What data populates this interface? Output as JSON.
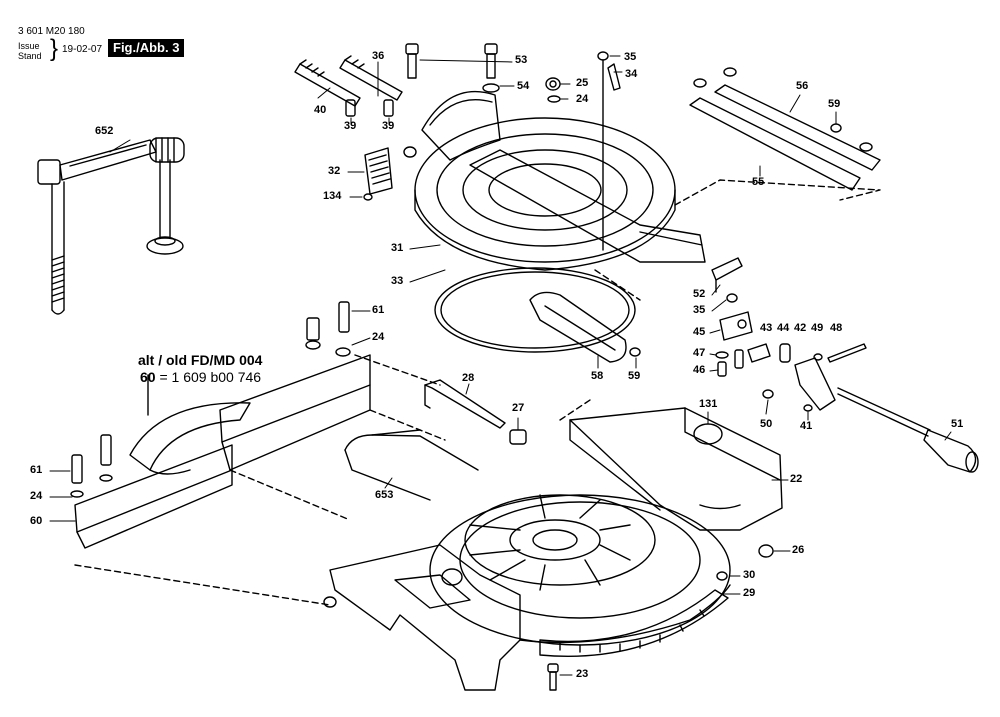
{
  "header": {
    "doc_number": "3 601 M20 180",
    "issue_label": "Issue",
    "stand_label": "Stand",
    "issue_date": "19-02-07",
    "figure": "Fig./Abb. 3"
  },
  "note": {
    "line1": "alt / old  FD/MD 004",
    "line2_key": "60",
    "line2_value": " = 1 609 b00 746"
  },
  "labels": [
    "652",
    "36",
    "53",
    "35",
    "34",
    "25",
    "24",
    "54",
    "40",
    "39",
    "39",
    "56",
    "59",
    "32",
    "134",
    "55",
    "31",
    "33",
    "52",
    "35",
    "61",
    "24",
    "45",
    "43",
    "44",
    "42",
    "49",
    "48",
    "47",
    "46",
    "58",
    "59",
    "50",
    "41",
    "28",
    "27",
    "131",
    "51",
    "61",
    "24",
    "60",
    "22",
    "653",
    "26",
    "30",
    "29",
    "23"
  ]
}
